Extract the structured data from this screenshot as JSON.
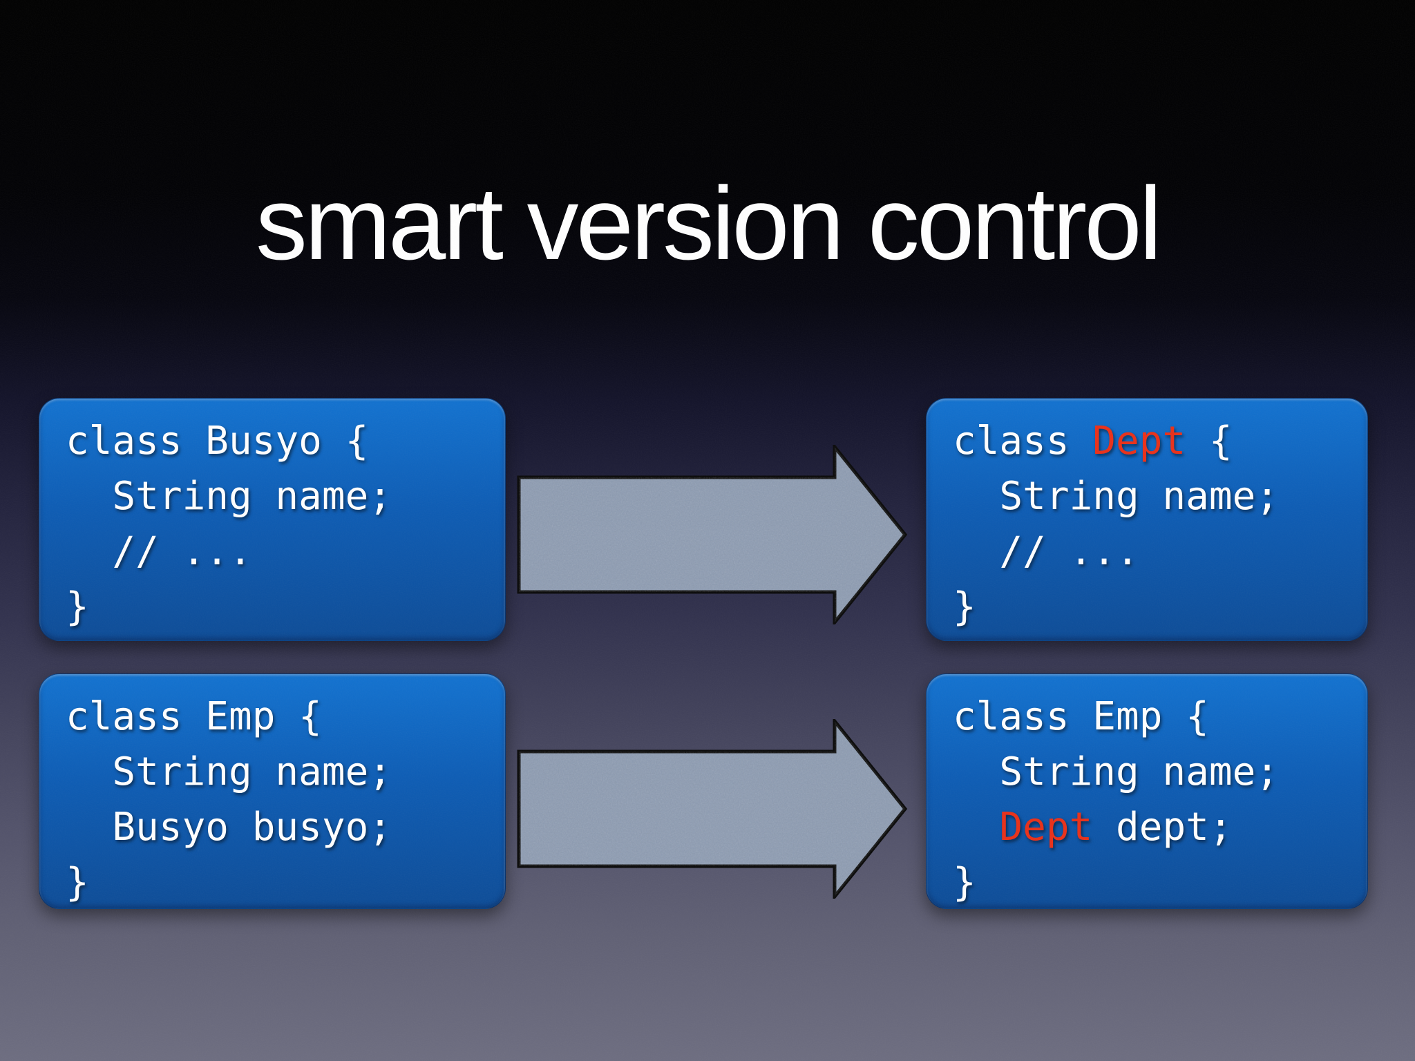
{
  "title": "smart version control",
  "colors": {
    "box_top": "#1272d0",
    "box_bottom": "#0d4c97",
    "code_text": "#ffffff",
    "highlight_red": "#e93019",
    "arrow_fill": "#8c9bb2",
    "arrow_outline": "#0a0a0a",
    "background_top": "#000000",
    "background_bottom": "#6d6d80",
    "title_color": "#ffffff"
  },
  "boxes": [
    {
      "id": "busyo-before",
      "position": "top-left",
      "lines": [
        [
          {
            "text": "class Busyo {",
            "color": "white"
          }
        ],
        [
          {
            "text": "  String name;",
            "color": "white"
          }
        ],
        [
          {
            "text": "  // ...",
            "color": "white"
          }
        ],
        [
          {
            "text": "}",
            "color": "white"
          }
        ]
      ]
    },
    {
      "id": "dept-after",
      "position": "top-right",
      "lines": [
        [
          {
            "text": "class ",
            "color": "white"
          },
          {
            "text": "Dept",
            "color": "red"
          },
          {
            "text": " {",
            "color": "white"
          }
        ],
        [
          {
            "text": "  String name;",
            "color": "white"
          }
        ],
        [
          {
            "text": "  // ...",
            "color": "white"
          }
        ],
        [
          {
            "text": "}",
            "color": "white"
          }
        ]
      ]
    },
    {
      "id": "emp-before",
      "position": "bottom-left",
      "lines": [
        [
          {
            "text": "class Emp {",
            "color": "white"
          }
        ],
        [
          {
            "text": "  String name;",
            "color": "white"
          }
        ],
        [
          {
            "text": "  Busyo busyo;",
            "color": "white"
          }
        ],
        [
          {
            "text": "}",
            "color": "white"
          }
        ]
      ]
    },
    {
      "id": "emp-after",
      "position": "bottom-right",
      "lines": [
        [
          {
            "text": "class Emp {",
            "color": "white"
          }
        ],
        [
          {
            "text": "  String name;",
            "color": "white"
          }
        ],
        [
          {
            "text": "  ",
            "color": "white"
          },
          {
            "text": "Dept",
            "color": "red"
          },
          {
            "text": " dept;",
            "color": "white"
          }
        ],
        [
          {
            "text": "}",
            "color": "white"
          }
        ]
      ]
    }
  ],
  "arrows": [
    {
      "from": "busyo-before",
      "to": "dept-after",
      "direction": "right"
    },
    {
      "from": "emp-before",
      "to": "emp-after",
      "direction": "right"
    }
  ]
}
